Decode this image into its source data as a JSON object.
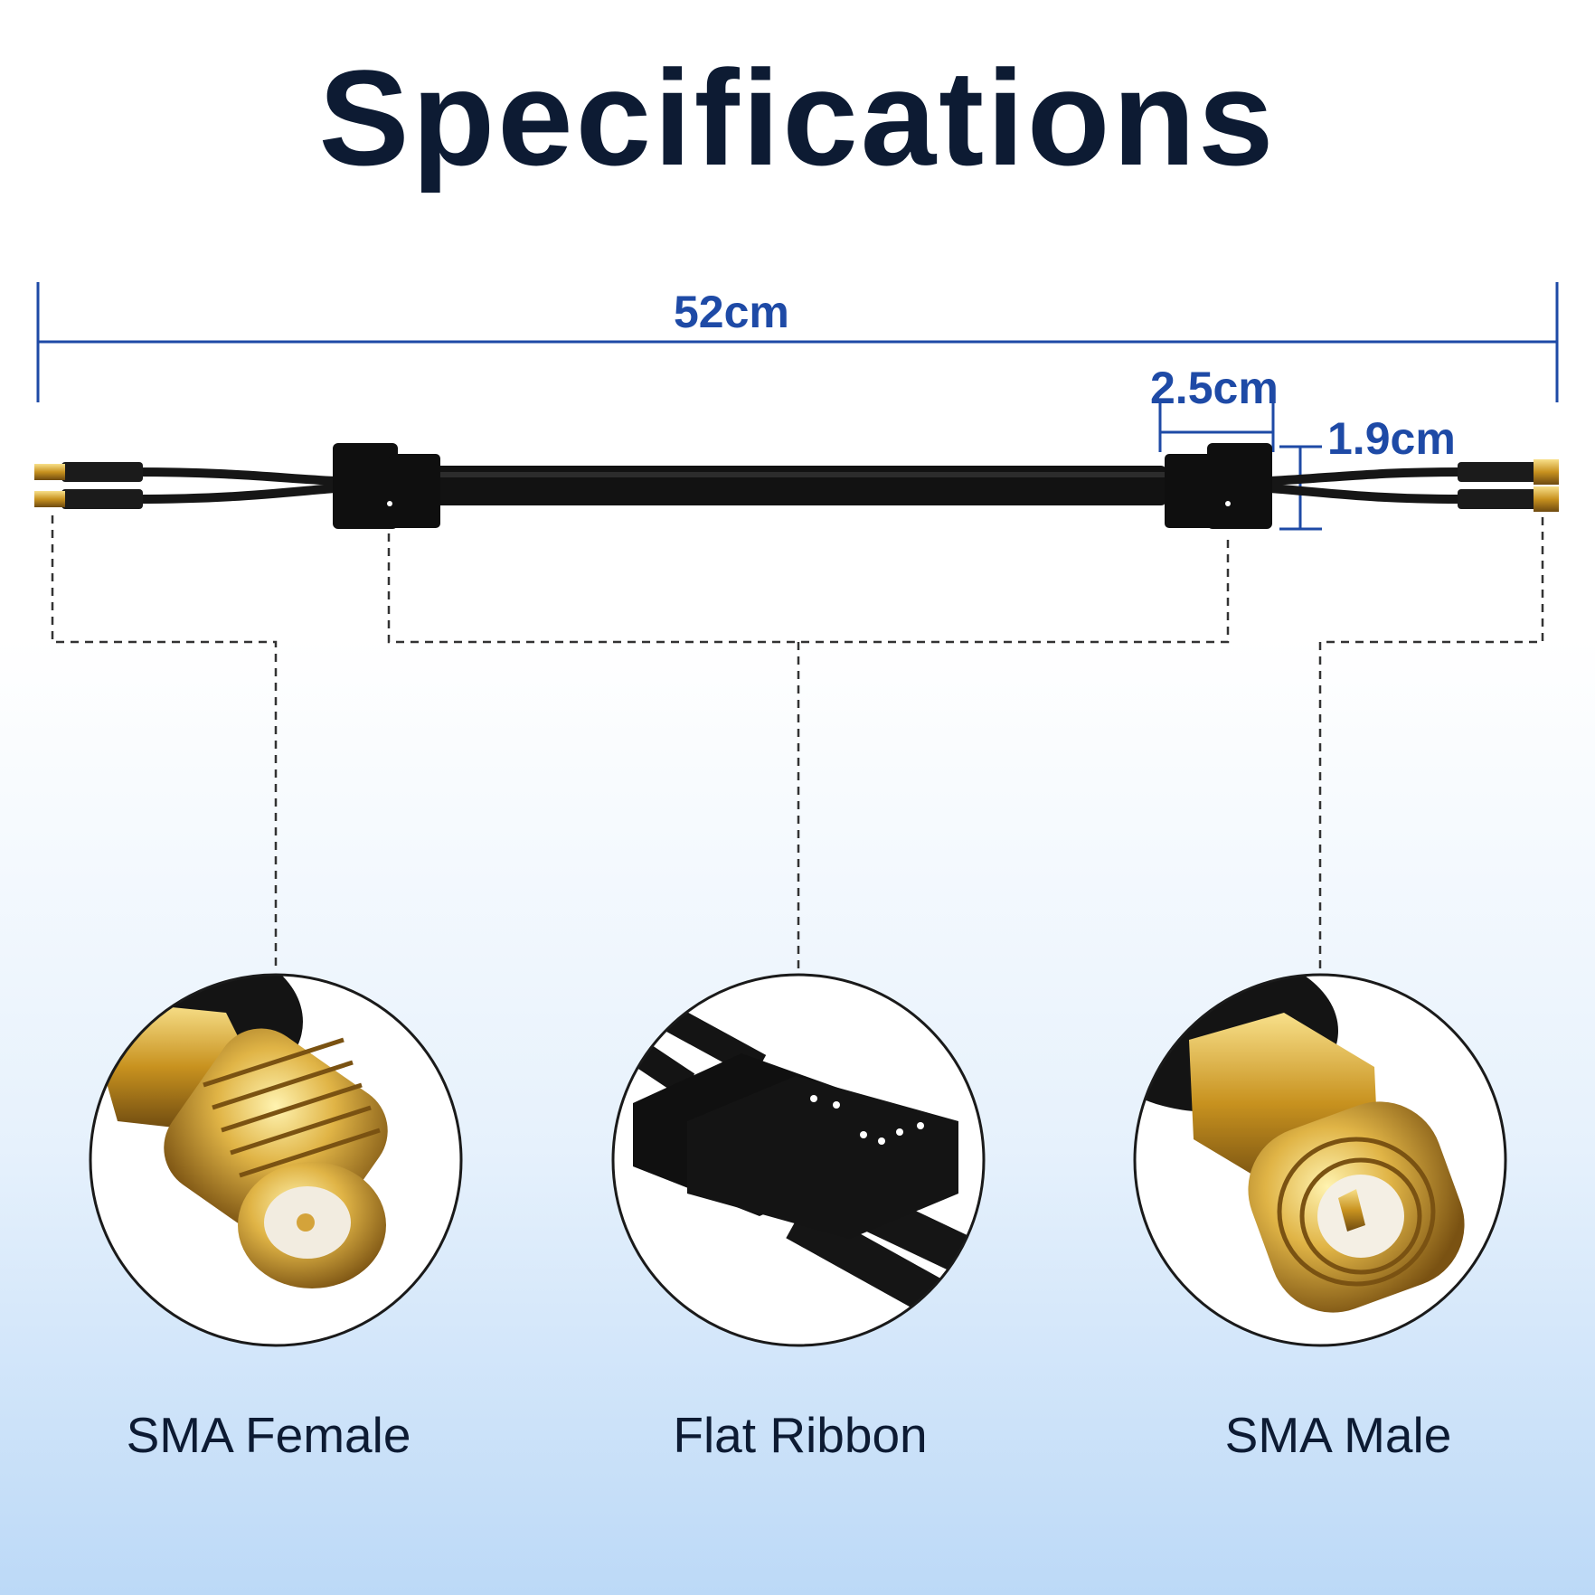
{
  "title": "Specifications",
  "dimensions": {
    "total_length": "52cm",
    "connector_width": "2.5cm",
    "connector_height": "1.9cm"
  },
  "callouts": [
    {
      "label": "SMA Female",
      "icon": "sma-female-connector-icon"
    },
    {
      "label": "Flat Ribbon",
      "icon": "flat-ribbon-cable-icon"
    },
    {
      "label": "SMA Male",
      "icon": "sma-male-connector-icon"
    }
  ],
  "colors": {
    "title": "#0d1b33",
    "dimension": "#1e4aa6",
    "gold": "#d4a33a",
    "cable": "#141414"
  }
}
